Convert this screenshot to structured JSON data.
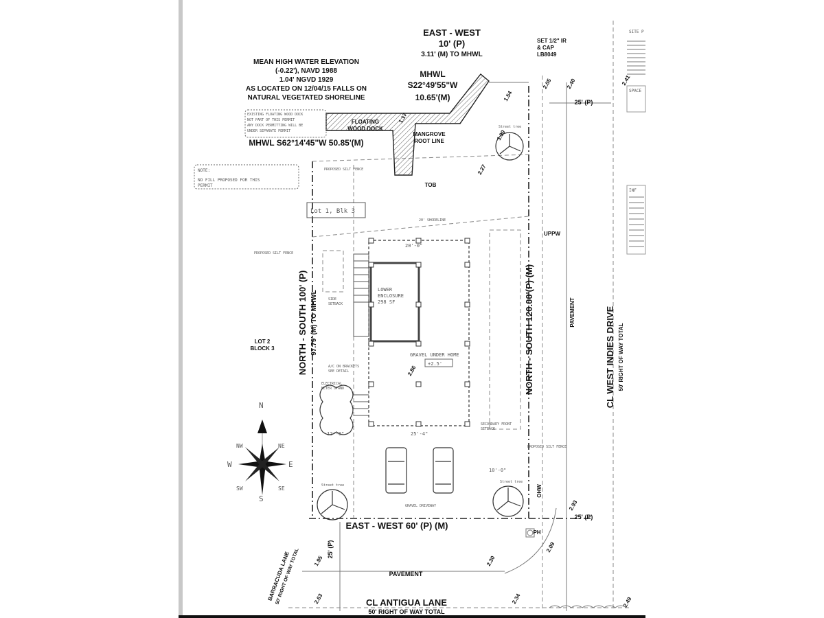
{
  "drawing": {
    "east_west_top": {
      "line1": "EAST - WEST",
      "line2": "10' (P)",
      "line3": "3.11' (M) TO MHWL"
    },
    "mhwl_elevation": {
      "line1": "MEAN HIGH WATER ELEVATION",
      "line2": "(-0.22'), NAVD 1988",
      "line3": "1.04' NGVD 1929",
      "line4": "AS LOCATED ON 12/04/15 FALLS ON",
      "line5": "NATURAL VEGETATED SHORELINE"
    },
    "mhwl_bearing_right": {
      "line1": "MHWL",
      "line2": "S22°49'55\"W",
      "line3": "10.65'(M)"
    },
    "set_ir": {
      "line1": "SET 1/2\" IR",
      "line2": "& CAP",
      "line3": "LB8049"
    },
    "dock_note": {
      "line1": "EXISTING FLOATING WOOD DOCK",
      "line2": "NOT PART OF THIS PERMIT",
      "line3": "ANY DOCK PERMITTING WILL BE",
      "line4": "UNDER SEPARATE PERMIT"
    },
    "floating_dock": {
      "line1": "FLOATING",
      "line2": "WOOD DOCK"
    },
    "mangrove": {
      "line1": "MANGROVE",
      "line2": "ROOT LINE"
    },
    "mhwl_bearing_left": "MHWL S62°14'45\"W 50.85'(M)",
    "note_box": {
      "line1": "NOTE:",
      "line2": "NO FILL PROPOSED FOR THIS",
      "line3": "PERMIT"
    },
    "proposed_silt_fence": "PROPOSED SILT FENCE",
    "tob": "TOB",
    "lot1": "Lot 1, Blk 3",
    "shoreline": "20' SHORELINE",
    "lot2": {
      "line1": "LOT 2",
      "line2": "BLOCK 3"
    },
    "north_south_left": {
      "line1": "NORTH - SOUTH 100' (P)",
      "line2": "97.79' (M) TO MHWL"
    },
    "north_south_right": "NORTH - SOUTH 120.00'(P) (M)",
    "lower_enclosure": {
      "line1": "LOWER",
      "line2": "ENCLOSURE",
      "line3": "298 SF"
    },
    "gravel_under_home": "GRAVEL UNDER HOME",
    "elev_box": "+2.5'",
    "side_setback": {
      "line1": "SIDE",
      "line2": "SETBACK"
    },
    "ac_brackets": {
      "line1": "A/C ON BRACKETS",
      "line2": "SEE DETAIL"
    },
    "electrical": {
      "line1": "ELECTRICAL",
      "line2": "METER STAND"
    },
    "secondary_setback": {
      "line1": "SECONDARY FRONT",
      "line2": "SETBACK"
    },
    "dim_house_width": "25'-4\"",
    "dim_rear": "20'-0\"",
    "dim_front": "10'-0\"",
    "dim_side": "12'-0\"",
    "gravel_driveway": "GRAVEL DRIVEWAY",
    "street_tree": "Street tree",
    "uppw": "UPPW",
    "pavement": "PAVEMENT",
    "west_indies": {
      "line1": "CL WEST INDIES DRIVE",
      "line2": "50' RIGHT OF WAY TOTAL"
    },
    "east_west_bottom": "EAST - WEST 60' (P) (M)",
    "ohw": "OHW",
    "ph": "PH",
    "antigua": {
      "line1": "CL ANTIGUA LANE",
      "line2": "50' RIGHT OF WAY TOTAL"
    },
    "barracuda": {
      "line1": "BARRACUDA LANE",
      "line2": "50' RIGHT OF WAY TOTAL"
    },
    "dim_25p_left": "25' (P)",
    "dim_25p_right": "25' (P)",
    "elev_labels": [
      "1.54",
      "2.05",
      "2.40",
      "1.17",
      "1.90",
      "2.86",
      "2.93",
      "2.09",
      "1.95",
      "2.30",
      "2.63",
      "2.34",
      "2.49",
      "2.41",
      "2.27"
    ],
    "compass": {
      "n": "N",
      "s": "S",
      "e": "E",
      "w": "W",
      "ne": "NE",
      "nw": "NW",
      "se": "SE",
      "sw": "SW"
    },
    "site_notes_title": "SITE P",
    "spaces_title": "SPACE",
    "info_title": "INF"
  }
}
